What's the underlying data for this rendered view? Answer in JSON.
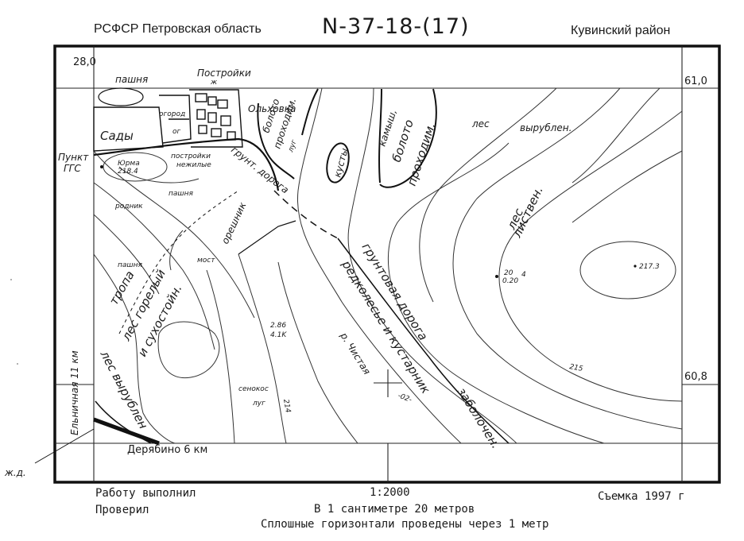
{
  "header": {
    "left": "РСФСР Петровская область",
    "center": "N-37-18-(17)",
    "right": "Кувинский район"
  },
  "grid": {
    "top_left": "28,0",
    "right_top": "61,0",
    "right_bottom": "60,8"
  },
  "labels": {
    "pashnya_top": "пашня",
    "postroiki_top": "Постройки",
    "postroiki_top_sub": "ж",
    "olkhovka": "Ольховка",
    "sady": "Сады",
    "ogorod": "огород",
    "og": "ог",
    "punkt": "Пункт",
    "ggs": "ГГС",
    "yurma": "Юрма",
    "yurma_elev": "218.4",
    "postroiki_nonres_1": "постройки",
    "postroiki_nonres_2": "нежилые",
    "grunt_doroga": "грунт. дорога",
    "pashnya_mid": "пашня",
    "rodnik": "родник",
    "oreshnik": "орешник",
    "most": "мост",
    "pashnya_low": "пашня",
    "tropa": "тропа",
    "les_gorely_1": "лес горелый",
    "les_gorely_2": "и сухостойн.",
    "boloto_left_1": "болото",
    "boloto_left_2": "проходим.",
    "boloto_left_3": "луг",
    "kusty": "кусты",
    "kamysh_1": "камыш,",
    "kamysh_2": "болото",
    "kamysh_3": "проходим.",
    "les": "лес",
    "vyrublen_top": "вырублен.",
    "les_listven_1": "лес",
    "les_listven_2": "листвен.",
    "elev_2173": "217.3",
    "pt_20": "20",
    "pt_020": "0.20",
    "pt_4": "4",
    "gruntovaya_doroga": "грунтовая дорога",
    "redkolesye": "редколесье и кустарник",
    "zabolochen": "заболочен.",
    "reka": "р. Чистая",
    "minus02": "-02-",
    "pt_286": "2.86",
    "pt_41": "4.1K",
    "senokos": "сенокос",
    "lug": "луг",
    "c214": "214",
    "c215": "215",
    "elnichnaya": "Ельничная 11 км",
    "les_vyrublen_left": "лес вырублен",
    "derjabino": "Дерябино 6 км",
    "zhd": "ж.д."
  },
  "footer": {
    "done": "Работу выполнил",
    "checked": "Проверил",
    "scale": "1:2000",
    "cm": "В 1 сантиметре 20 метров",
    "contours": "Сплошные горизонтали проведены через 1 метр",
    "survey": "Съемка 1997 г"
  }
}
